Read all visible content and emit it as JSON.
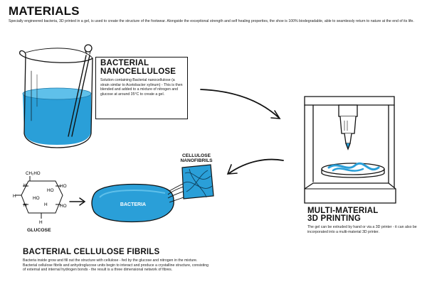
{
  "title": "MATERIALS",
  "intro": "Specially engineered bacteria, 3D printed in a gel, is used to create the structure of the footwear. Alongside the exceptional strength and self healing properties, the shoe is 100% biodegradable, able to seamlessly return to nature at the end of its life.",
  "nanocellulose": {
    "heading_line1": "BACTERIAL",
    "heading_line2": "NANOCELLULOSE",
    "body": "Solution containing Bacterial nanocellulose (a strain similar to Acetobacter xylinum) - This is then blended and added to a mixture of nitrogen and glucose at around 35°C to create a gel."
  },
  "printing": {
    "heading_line1": "MULTI-MATERIAL",
    "heading_line2": "3D  PRINTING",
    "body": "The gel can be extruded by hand or via a 3D printer - it can also be incorporated into a multi-material 3D printer."
  },
  "fibrils": {
    "heading": "BACTERIAL CELLULOSE FIBRILS",
    "body": "Bacteria inside grow and fill out the structure with cellulose - fed by the glucose and nitrogen in the mixture. Bacterial cellulose fibrils and anhydroglucose units begin to interact and produce a crystalline structure, consisting of external and internal hydrogen bonds - the result is a three dimensional network of fibres."
  },
  "labels": {
    "bacteria": "BACTERIA",
    "nanofibrils_line1": "CELLULOSE",
    "nanofibrils_line2": "NANOFIBRILS",
    "glucose": "GLUCOSE",
    "ch2oh": "CH₂HO",
    "h": "H",
    "ho": "HO"
  },
  "colors": {
    "liquid": "#2a9fd8",
    "liquid_light": "#5fc0ea",
    "ink": "#111111"
  }
}
